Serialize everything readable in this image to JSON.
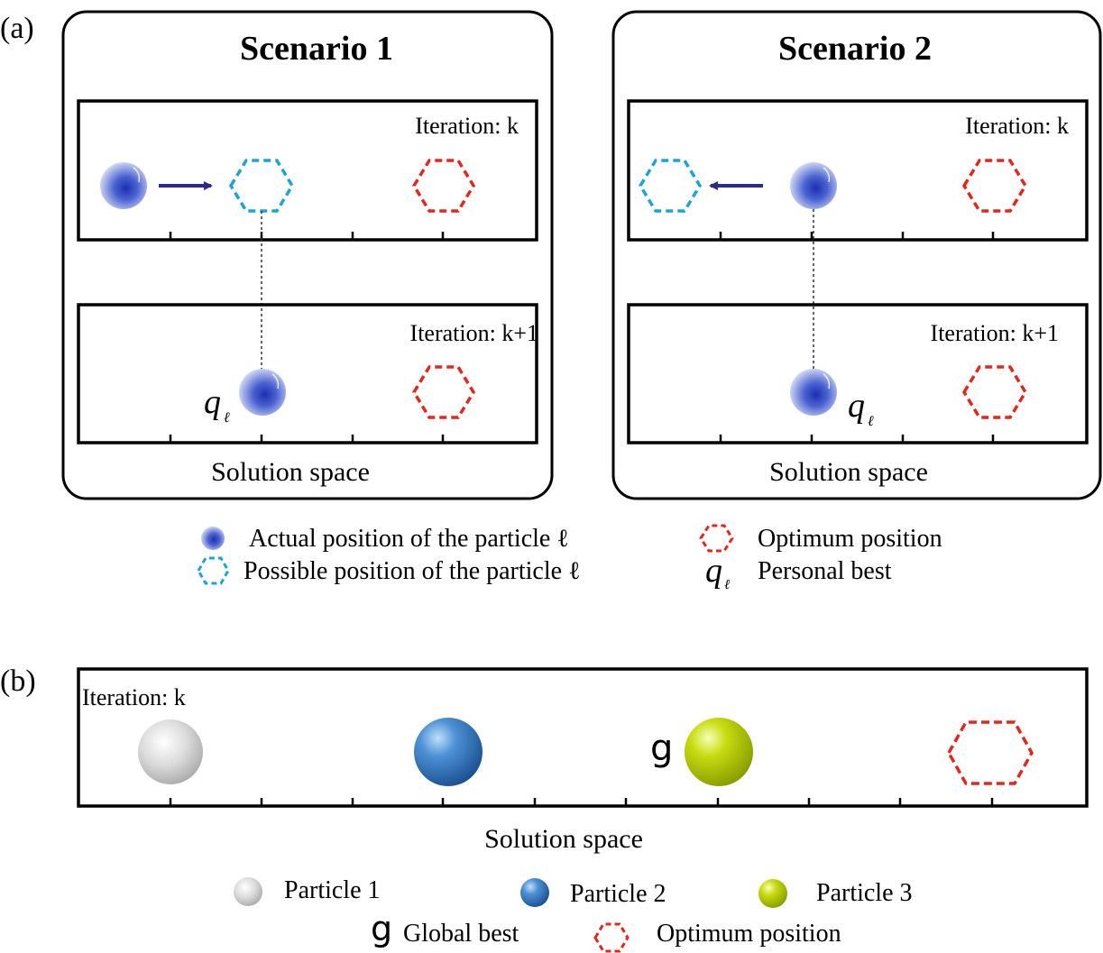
{
  "panel_a": {
    "label": "(a)",
    "scenario1": {
      "title": "Scenario 1",
      "iter_top": "Iteration: k",
      "iter_bottom": "Iteration: k+1",
      "axis_label": "Solution space",
      "personal_best_symbol": "q",
      "personal_best_sub": "ℓ"
    },
    "scenario2": {
      "title": "Scenario 2",
      "iter_top": "Iteration: k",
      "iter_bottom": "Iteration: k+1",
      "axis_label": "Solution space",
      "personal_best_symbol": "q",
      "personal_best_sub": "ℓ"
    },
    "legend": {
      "actual": "Actual position of the particle ℓ",
      "possible": "Possible position of the particle ℓ",
      "optimum": "Optimum position",
      "personal_best_symbol": "q",
      "personal_best_sub": "ℓ",
      "personal_best": "Personal best"
    }
  },
  "panel_b": {
    "label": "(b)",
    "iteration": "Iteration: k",
    "global_best_symbol": "g",
    "axis_label": "Solution space",
    "legend": {
      "particle1": "Particle 1",
      "particle2": "Particle 2",
      "particle3": "Particle 3",
      "global_best_symbol": "g",
      "global_best": "Global best",
      "optimum": "Optimum position"
    }
  },
  "colors": {
    "particle_blue": "#3a50c0",
    "possible_cyan": "#1fa3d6",
    "optimum_red": "#e0281e",
    "arrow": "#2e2a8c",
    "particle1": "#d8d8d8",
    "particle2": "#2f76bf",
    "particle3": "#b5cc00"
  }
}
